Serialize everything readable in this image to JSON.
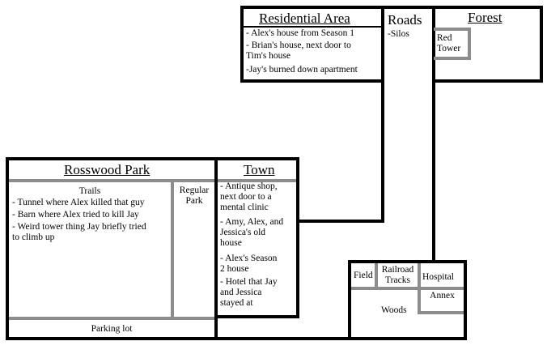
{
  "residential": {
    "title": "Residential Area",
    "items": [
      "- Alex's house from Season 1",
      "- Brian's house, next door to\nTim's house",
      "-Jay's burned down apartment"
    ]
  },
  "roads": {
    "title": "Roads",
    "items": [
      "-Silos"
    ]
  },
  "forest": {
    "title": "Forest",
    "red_tower": "Red\nTower"
  },
  "rosswood": {
    "title": "Rosswood Park",
    "trails_title": "Trails",
    "trails_items": [
      "- Tunnel where Alex killed that guy",
      "- Barn where Alex tried to kill Jay",
      "- Weird tower thing Jay briefly tried\nto climb up"
    ],
    "regular_park": "Regular\nPark",
    "parking_lot": "Parking lot"
  },
  "town": {
    "title": "Town",
    "items": [
      "- Antique shop,\nnext door to a\nmental clinic",
      "- Amy, Alex, and\nJessica's old\nhouse",
      "- Alex's Season\n2 house",
      "- Hotel that Jay\nand Jessica\nstayed at"
    ]
  },
  "woods_area": {
    "field": "Field",
    "railroad_tracks": "Railroad\nTracks",
    "hospital": "Hospital",
    "annex": "Annex",
    "woods": "Woods"
  }
}
